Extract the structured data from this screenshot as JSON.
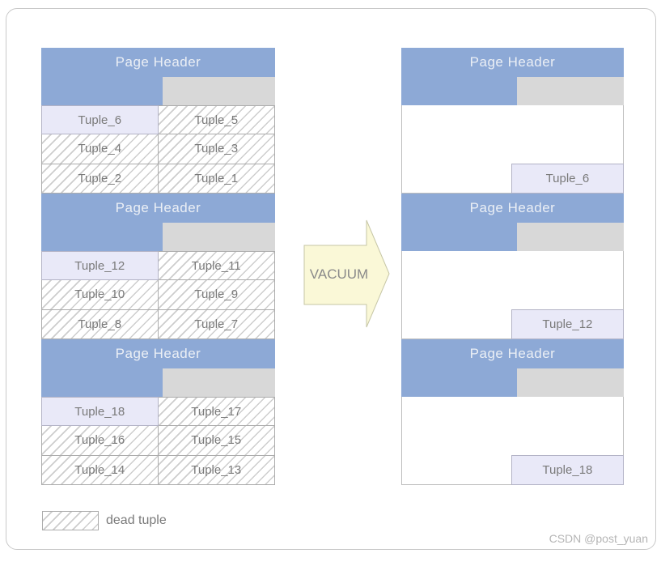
{
  "colors": {
    "header_blue": "#8DA9D6",
    "free_space_gray": "#D8D8D8",
    "live_tuple_fill": "#E9E9F8",
    "cell_border": "#ACACAC",
    "tuple_text": "#7A7A7A",
    "header_text": "#EBEFF5",
    "arrow_fill": "#FAF8D7",
    "arrow_border": "#C6C6A6",
    "frame_border": "#C9C9C9",
    "watermark": "#B5B5B5"
  },
  "before": {
    "pages": [
      {
        "header": "Page Header",
        "rows": [
          {
            "left": {
              "label": "Tuple_6",
              "dead": false
            },
            "right": {
              "label": "Tuple_5",
              "dead": true
            }
          },
          {
            "left": {
              "label": "Tuple_4",
              "dead": true
            },
            "right": {
              "label": "Tuple_3",
              "dead": true
            }
          },
          {
            "left": {
              "label": "Tuple_2",
              "dead": true
            },
            "right": {
              "label": "Tuple_1",
              "dead": true
            }
          }
        ]
      },
      {
        "header": "Page Header",
        "rows": [
          {
            "left": {
              "label": "Tuple_12",
              "dead": false
            },
            "right": {
              "label": "Tuple_11",
              "dead": true
            }
          },
          {
            "left": {
              "label": "Tuple_10",
              "dead": true
            },
            "right": {
              "label": "Tuple_9",
              "dead": true
            }
          },
          {
            "left": {
              "label": "Tuple_8",
              "dead": true
            },
            "right": {
              "label": "Tuple_7",
              "dead": true
            }
          }
        ]
      },
      {
        "header": "Page Header",
        "rows": [
          {
            "left": {
              "label": "Tuple_18",
              "dead": false
            },
            "right": {
              "label": "Tuple_17",
              "dead": true
            }
          },
          {
            "left": {
              "label": "Tuple_16",
              "dead": true
            },
            "right": {
              "label": "Tuple_15",
              "dead": true
            }
          },
          {
            "left": {
              "label": "Tuple_14",
              "dead": true
            },
            "right": {
              "label": "Tuple_13",
              "dead": true
            }
          }
        ]
      }
    ]
  },
  "arrow": {
    "label": "VACUUM"
  },
  "after": {
    "pages": [
      {
        "header": "Page Header",
        "tuple": "Tuple_6"
      },
      {
        "header": "Page Header",
        "tuple": "Tuple_12"
      },
      {
        "header": "Page Header",
        "tuple": "Tuple_18"
      }
    ]
  },
  "legend": {
    "label": "dead tuple"
  },
  "watermark": "CSDN @post_yuan"
}
